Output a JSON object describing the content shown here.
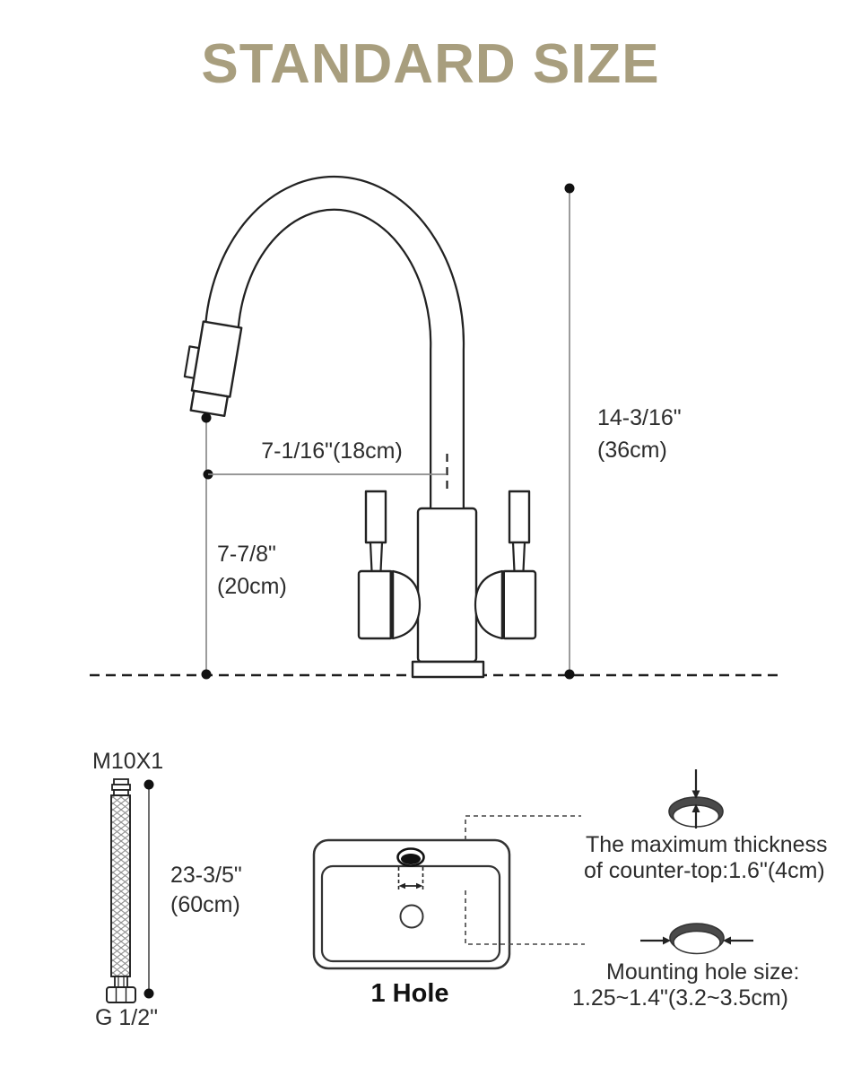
{
  "title": "STANDARD SIZE",
  "colors": {
    "accent": "#a89e7e",
    "ink": "#222222",
    "dim_line": "#8a8a8a",
    "callout_fill": "#4a4a4a"
  },
  "dimensions": {
    "spout_reach": "7-1/16\"(18cm)",
    "spout_height_in": "7-7/8\"",
    "spout_height_cm": "(20cm)",
    "overall_height_in": "14-3/16\"",
    "overall_height_cm": "(36cm)"
  },
  "hose": {
    "top_thread": "M10X1",
    "length_in": "23-3/5\"",
    "length_cm": "(60cm)",
    "bottom_thread": "G 1/2\""
  },
  "sink": {
    "hole_label": "1 Hole"
  },
  "callouts": {
    "thickness_line1": "The maximum thickness",
    "thickness_line2": "of counter-top:1.6\"(4cm)",
    "mounting_line1": "Mounting hole size:",
    "mounting_line2": "1.25~1.4\"(3.2~3.5cm)"
  }
}
